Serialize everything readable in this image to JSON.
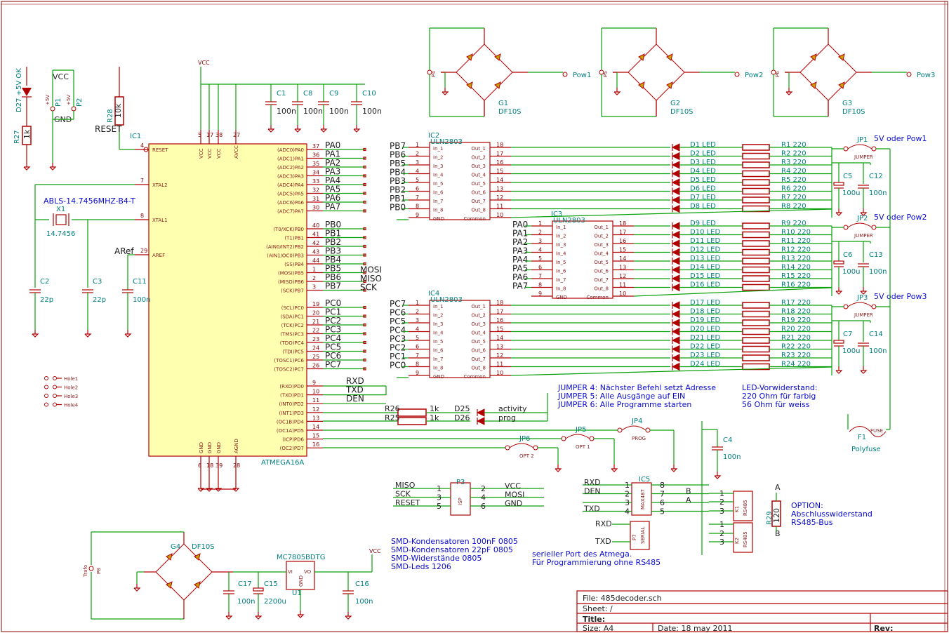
{
  "title_block": {
    "file": "File: 485decoder.sch",
    "sheet": "Sheet: /",
    "title": "Title:",
    "size": "Size: A4",
    "date": "Date: 18 may 2011",
    "rev": "Rev:"
  },
  "ic1": {
    "ref": "IC1",
    "part": "ATMEGA16A",
    "left_pins": [
      {
        "num": "4",
        "name": "RESET"
      },
      {
        "num": "7",
        "name": "XTAL2"
      },
      {
        "num": "8",
        "name": "XTAL1"
      },
      {
        "num": "29",
        "name": "AREF"
      }
    ],
    "top_pins": [
      {
        "num": "5",
        "name": "VCC"
      },
      {
        "num": "17",
        "name": "VCC"
      },
      {
        "num": "38",
        "name": "VCC"
      },
      {
        "num": "27",
        "name": "AVCC"
      }
    ],
    "bottom_pins": [
      {
        "num": "6",
        "name": "GND"
      },
      {
        "num": "18",
        "name": "GND"
      },
      {
        "num": "39",
        "name": "GND"
      },
      {
        "num": "28",
        "name": "AGND"
      }
    ],
    "right_pins": [
      {
        "num": "37",
        "name": "(ADC0)PA0",
        "net": "PA0"
      },
      {
        "num": "36",
        "name": "(ADC1)PA1",
        "net": "PA1"
      },
      {
        "num": "35",
        "name": "(ADC2)PA2",
        "net": "PA2"
      },
      {
        "num": "34",
        "name": "(ADC3)PA3",
        "net": "PA3"
      },
      {
        "num": "33",
        "name": "(ADC4)PA4",
        "net": "PA4"
      },
      {
        "num": "32",
        "name": "(ADC5)PA5",
        "net": "PA5"
      },
      {
        "num": "31",
        "name": "(ADC6)PA6",
        "net": "PA6"
      },
      {
        "num": "30",
        "name": "(ADC7)PA7",
        "net": "PA7"
      },
      {
        "num": "40",
        "name": "(T0/XCK)PB0",
        "net": "PB0"
      },
      {
        "num": "41",
        "name": "(T1)PB1",
        "net": "PB1"
      },
      {
        "num": "42",
        "name": "(AIN0/INT2)PB2",
        "net": "PB2"
      },
      {
        "num": "43",
        "name": "(AIN1/OC0)PB3",
        "net": "PB3"
      },
      {
        "num": "44",
        "name": "(SS)PB4",
        "net": "PB4"
      },
      {
        "num": "1",
        "name": "(MOSI)PB5",
        "net": "PB5",
        "extra": "MOSI"
      },
      {
        "num": "2",
        "name": "(MISO)PB6",
        "net": "PB6",
        "extra": "MISO"
      },
      {
        "num": "3",
        "name": "(SCK)PB7",
        "net": "PB7",
        "extra": "SCK"
      },
      {
        "num": "19",
        "name": "(SCL)PC0",
        "net": "PC0"
      },
      {
        "num": "20",
        "name": "(SDA)PC1",
        "net": "PC1"
      },
      {
        "num": "21",
        "name": "(TCK)PC2",
        "net": "PC2"
      },
      {
        "num": "22",
        "name": "(TMS)PC3",
        "net": "PC3"
      },
      {
        "num": "23",
        "name": "(TDO)PC4",
        "net": "PC4"
      },
      {
        "num": "24",
        "name": "(TDI)PC5",
        "net": "PC5"
      },
      {
        "num": "25",
        "name": "(TOSC1)PC6",
        "net": "PC6"
      },
      {
        "num": "26",
        "name": "(TOSC2)PC7",
        "net": "PC7"
      },
      {
        "num": "9",
        "name": "(RXD)PD0",
        "net": "RXD"
      },
      {
        "num": "10",
        "name": "(TXD)PD1",
        "net": "TXD"
      },
      {
        "num": "11",
        "name": "(INT0)PD2",
        "net": "DEN"
      },
      {
        "num": "12",
        "name": "(INT1)PD3",
        "net": ""
      },
      {
        "num": "13",
        "name": "(OC1B)PD4",
        "net": ""
      },
      {
        "num": "14",
        "name": "(OC1A)PD5",
        "net": ""
      },
      {
        "num": "15",
        "name": "(ICP)PD6",
        "net": ""
      },
      {
        "num": "16",
        "name": "(OC2)PD7",
        "net": ""
      }
    ]
  },
  "drivers": [
    {
      "ref": "IC2",
      "part": "ULN2803",
      "nets": [
        "PB7",
        "PB6",
        "PB5",
        "PB4",
        "PB3",
        "PB2",
        "PB1",
        "PB0"
      ],
      "leds": [
        "D1 LED",
        "D2 LED",
        "D3 LED",
        "D4 LED",
        "D5 LED",
        "D6 LED",
        "D7 LED",
        "D8 LED"
      ],
      "res": [
        "R1 220",
        "R2 220",
        "R3 220",
        "R4 220",
        "R5 220",
        "R6 220",
        "R7 220",
        "R8 220"
      ]
    },
    {
      "ref": "IC3",
      "part": "ULN2803",
      "nets": [
        "PA0",
        "PA1",
        "PA2",
        "PA3",
        "PA4",
        "PA5",
        "PA6",
        "PA7"
      ],
      "leds": [
        "D9 LED",
        "D10 LED",
        "D11 LED",
        "D12 LED",
        "D13 LED",
        "D14 LED",
        "D15 LED",
        "D16 LED"
      ],
      "res": [
        "R9 220",
        "R10 220",
        "R11 220",
        "R12 220",
        "R13 220",
        "R14 220",
        "R15 220",
        "R16 220"
      ]
    },
    {
      "ref": "IC4",
      "part": "ULN2803",
      "nets": [
        "PC7",
        "PC6",
        "PC5",
        "PC4",
        "PC3",
        "PC2",
        "PC1",
        "PC0"
      ],
      "leds": [
        "D17 LED",
        "D18 LED",
        "D19 LED",
        "D20 LED",
        "D21 LED",
        "D22 LED",
        "D23 LED",
        "D24 LED"
      ],
      "res": [
        "R17 220",
        "R18 220",
        "R19 220",
        "R20 220",
        "R21 220",
        "R22 220",
        "R23 220",
        "R24 220"
      ]
    }
  ],
  "uln": {
    "in_pins": [
      "1",
      "2",
      "3",
      "4",
      "5",
      "6",
      "7",
      "8"
    ],
    "out_pins": [
      "18",
      "17",
      "16",
      "15",
      "14",
      "13",
      "12",
      "11"
    ],
    "in_names": [
      "In_1",
      "In_2",
      "In_3",
      "In_4",
      "In_5",
      "In_6",
      "In_7",
      "In_8"
    ],
    "out_names": [
      "Out_1",
      "Out_2",
      "Out_3",
      "Out_4",
      "Out_5",
      "Out_6",
      "Out_7",
      "Out_8"
    ],
    "gnd": "GND",
    "gnd_pin": "9",
    "common": "Common",
    "common_pin": "10"
  },
  "jumpers": [
    {
      "ref": "JP1",
      "label": "5V oder Pow1",
      "name": "JUMPER",
      "c": "C5",
      "cv": "100u",
      "c2": "C12",
      "c2v": "100n"
    },
    {
      "ref": "JP2",
      "label": "5V oder Pow2",
      "name": "JUMPER",
      "c": "C6",
      "cv": "100u",
      "c2": "C13",
      "c2v": "100n"
    },
    {
      "ref": "JP3",
      "label": "5V oder Pow3",
      "name": "JUMPER",
      "c": "C7",
      "cv": "100u",
      "c2": "C14",
      "c2v": "100n"
    }
  ],
  "bridges": [
    {
      "ref": "G1",
      "part": "DF10S",
      "conn": "P4",
      "out": "Pow1"
    },
    {
      "ref": "G2",
      "part": "DF10S",
      "conn": "P5",
      "out": "Pow2"
    },
    {
      "ref": "G3",
      "part": "DF10S",
      "conn": "P6",
      "out": "Pow3"
    },
    {
      "ref": "G4",
      "part": "DF10S",
      "conn": "P8",
      "out": "Trafo"
    }
  ],
  "top_caps": [
    {
      "ref": "C1",
      "val": "100n"
    },
    {
      "ref": "C8",
      "val": "100n"
    },
    {
      "ref": "C9",
      "val": "100n"
    },
    {
      "ref": "C10",
      "val": "100n"
    }
  ],
  "left_parts": {
    "d27": "D27 +5V OK",
    "r27": "R27",
    "r27v": "1k",
    "vcc": "VCC",
    "gnd": "GND",
    "p1": "P1",
    "p2": "P2",
    "p1l": "+5V",
    "p2l": "+5V",
    "r28": "R28",
    "r28v": "10k",
    "reset": "RESET",
    "crystal": "ABLS-14.7456MHZ-B4-T",
    "x1": "X1",
    "x1v": "14.7456",
    "aref": "ARef",
    "c2": "C2",
    "c2v": "22p",
    "c3": "C3",
    "c3v": "22p",
    "c11": "C11",
    "c11v": "100n",
    "holes": [
      "Hole1",
      "Hole2",
      "Hole3",
      "Hole4"
    ]
  },
  "pd_section": {
    "r26": "R26",
    "r26v": "1k",
    "r25": "R25",
    "r25v": "1k",
    "d25": "D25",
    "d26": "D26",
    "activity": "activity",
    "prog": "prog",
    "jp4": "JP4",
    "jp4n": "PROG",
    "jp5": "JP5",
    "jp5n": "OPT 1",
    "jp6": "JP6",
    "jp6n": "OPT 2",
    "note1": "JUMPER 4: Nächster Befehl setzt Adresse",
    "note2": "JUMPER 5: Alle Ausgänge auf EIN",
    "note3": "JUMPER 6: Alle Programme starten",
    "led_note1": "LED-Vorwiderstand:",
    "led_note2": "220 Ohm für farbig",
    "led_note3": "56 Ohm für weiss"
  },
  "fuse": {
    "ref": "F1",
    "name": "FUSE",
    "part": "Polyfuse"
  },
  "c4": {
    "ref": "C4",
    "val": "100n"
  },
  "isp": {
    "ref": "P3",
    "name": "ISP",
    "left": [
      {
        "net": "MISO",
        "pin": "1"
      },
      {
        "net": "SCK",
        "pin": "3"
      },
      {
        "net": "RESET",
        "pin": "5"
      }
    ],
    "right": [
      {
        "net": "VCC",
        "pin": "2"
      },
      {
        "net": "MOSI",
        "pin": "4"
      },
      {
        "net": "GND",
        "pin": "6"
      }
    ]
  },
  "ic5": {
    "ref": "IC5",
    "part": "MAX487",
    "left": [
      {
        "net": "RXD",
        "pin": "1"
      },
      {
        "net": "DEN",
        "pin": "2"
      },
      {
        "net": "",
        "pin": "3"
      },
      {
        "net": "TXD",
        "pin": "4"
      }
    ],
    "right": [
      {
        "net": "",
        "pin": "8"
      },
      {
        "net": "B",
        "pin": "7"
      },
      {
        "net": "A",
        "pin": "6"
      },
      {
        "net": "",
        "pin": "5"
      }
    ]
  },
  "rs485": {
    "k1": "K1",
    "k2": "K2",
    "name": "RS485",
    "p7": "P7",
    "p7n": "SERIAL",
    "rxd": "RXD",
    "txd": "TXD"
  },
  "r29": {
    "ref": "R29",
    "val": "120",
    "a": "A",
    "b": "B",
    "opt1": "OPTION:",
    "opt2": "Abschlusswiderstand",
    "opt3": "RS485-Bus"
  },
  "notes": [
    "SMD-Kondensatoren 100nF 0805",
    "SMD-Kondensatoren 22pF 0805",
    "SMD-Widerstände 0805",
    "SMD-Leds 1206"
  ],
  "serial_note": [
    "serieller Port des Atmega.",
    "Für Programmierung ohne RS485"
  ],
  "regulator": {
    "ref": "U1",
    "part": "MC7805BDTG",
    "vi": "VI",
    "vo": "VO",
    "gnd": "GND",
    "c17": "C17",
    "c17v": "100n",
    "c15": "C15",
    "c15v": "2200u",
    "c16": "C16",
    "c16v": "100n",
    "vcc": "VCC"
  }
}
